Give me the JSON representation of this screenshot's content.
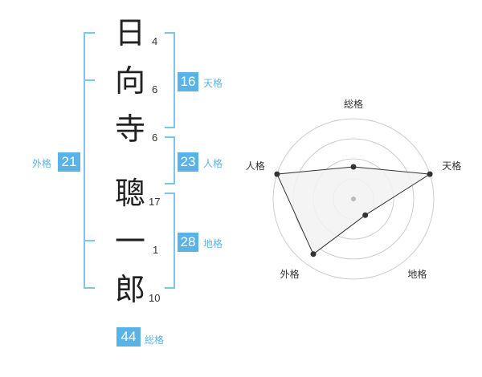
{
  "name": {
    "characters": [
      {
        "char": "日",
        "strokes": "4"
      },
      {
        "char": "向",
        "strokes": "6"
      },
      {
        "char": "寺",
        "strokes": "6"
      },
      {
        "char": "聰",
        "strokes": "17"
      },
      {
        "char": "一",
        "strokes": "1"
      },
      {
        "char": "郎",
        "strokes": "10"
      }
    ]
  },
  "fortunes": {
    "tenkaku": {
      "value": "16",
      "label": "天格"
    },
    "jinkaku": {
      "value": "23",
      "label": "人格"
    },
    "chikaku": {
      "value": "28",
      "label": "地格"
    },
    "gaikaku": {
      "value": "21",
      "label": "外格"
    },
    "soukaku": {
      "value": "44",
      "label": "総格"
    }
  },
  "chart_data": {
    "type": "radar",
    "axes": [
      "総格",
      "天格",
      "地格",
      "外格",
      "人格"
    ],
    "values": [
      0.4,
      1.0,
      0.25,
      0.85,
      1.0
    ],
    "rings": 4,
    "colors": {
      "ring": "#cccccc",
      "fill": "#f2f2f2",
      "line": "#333333",
      "point": "#333333",
      "center": "#bbbbbb"
    }
  }
}
